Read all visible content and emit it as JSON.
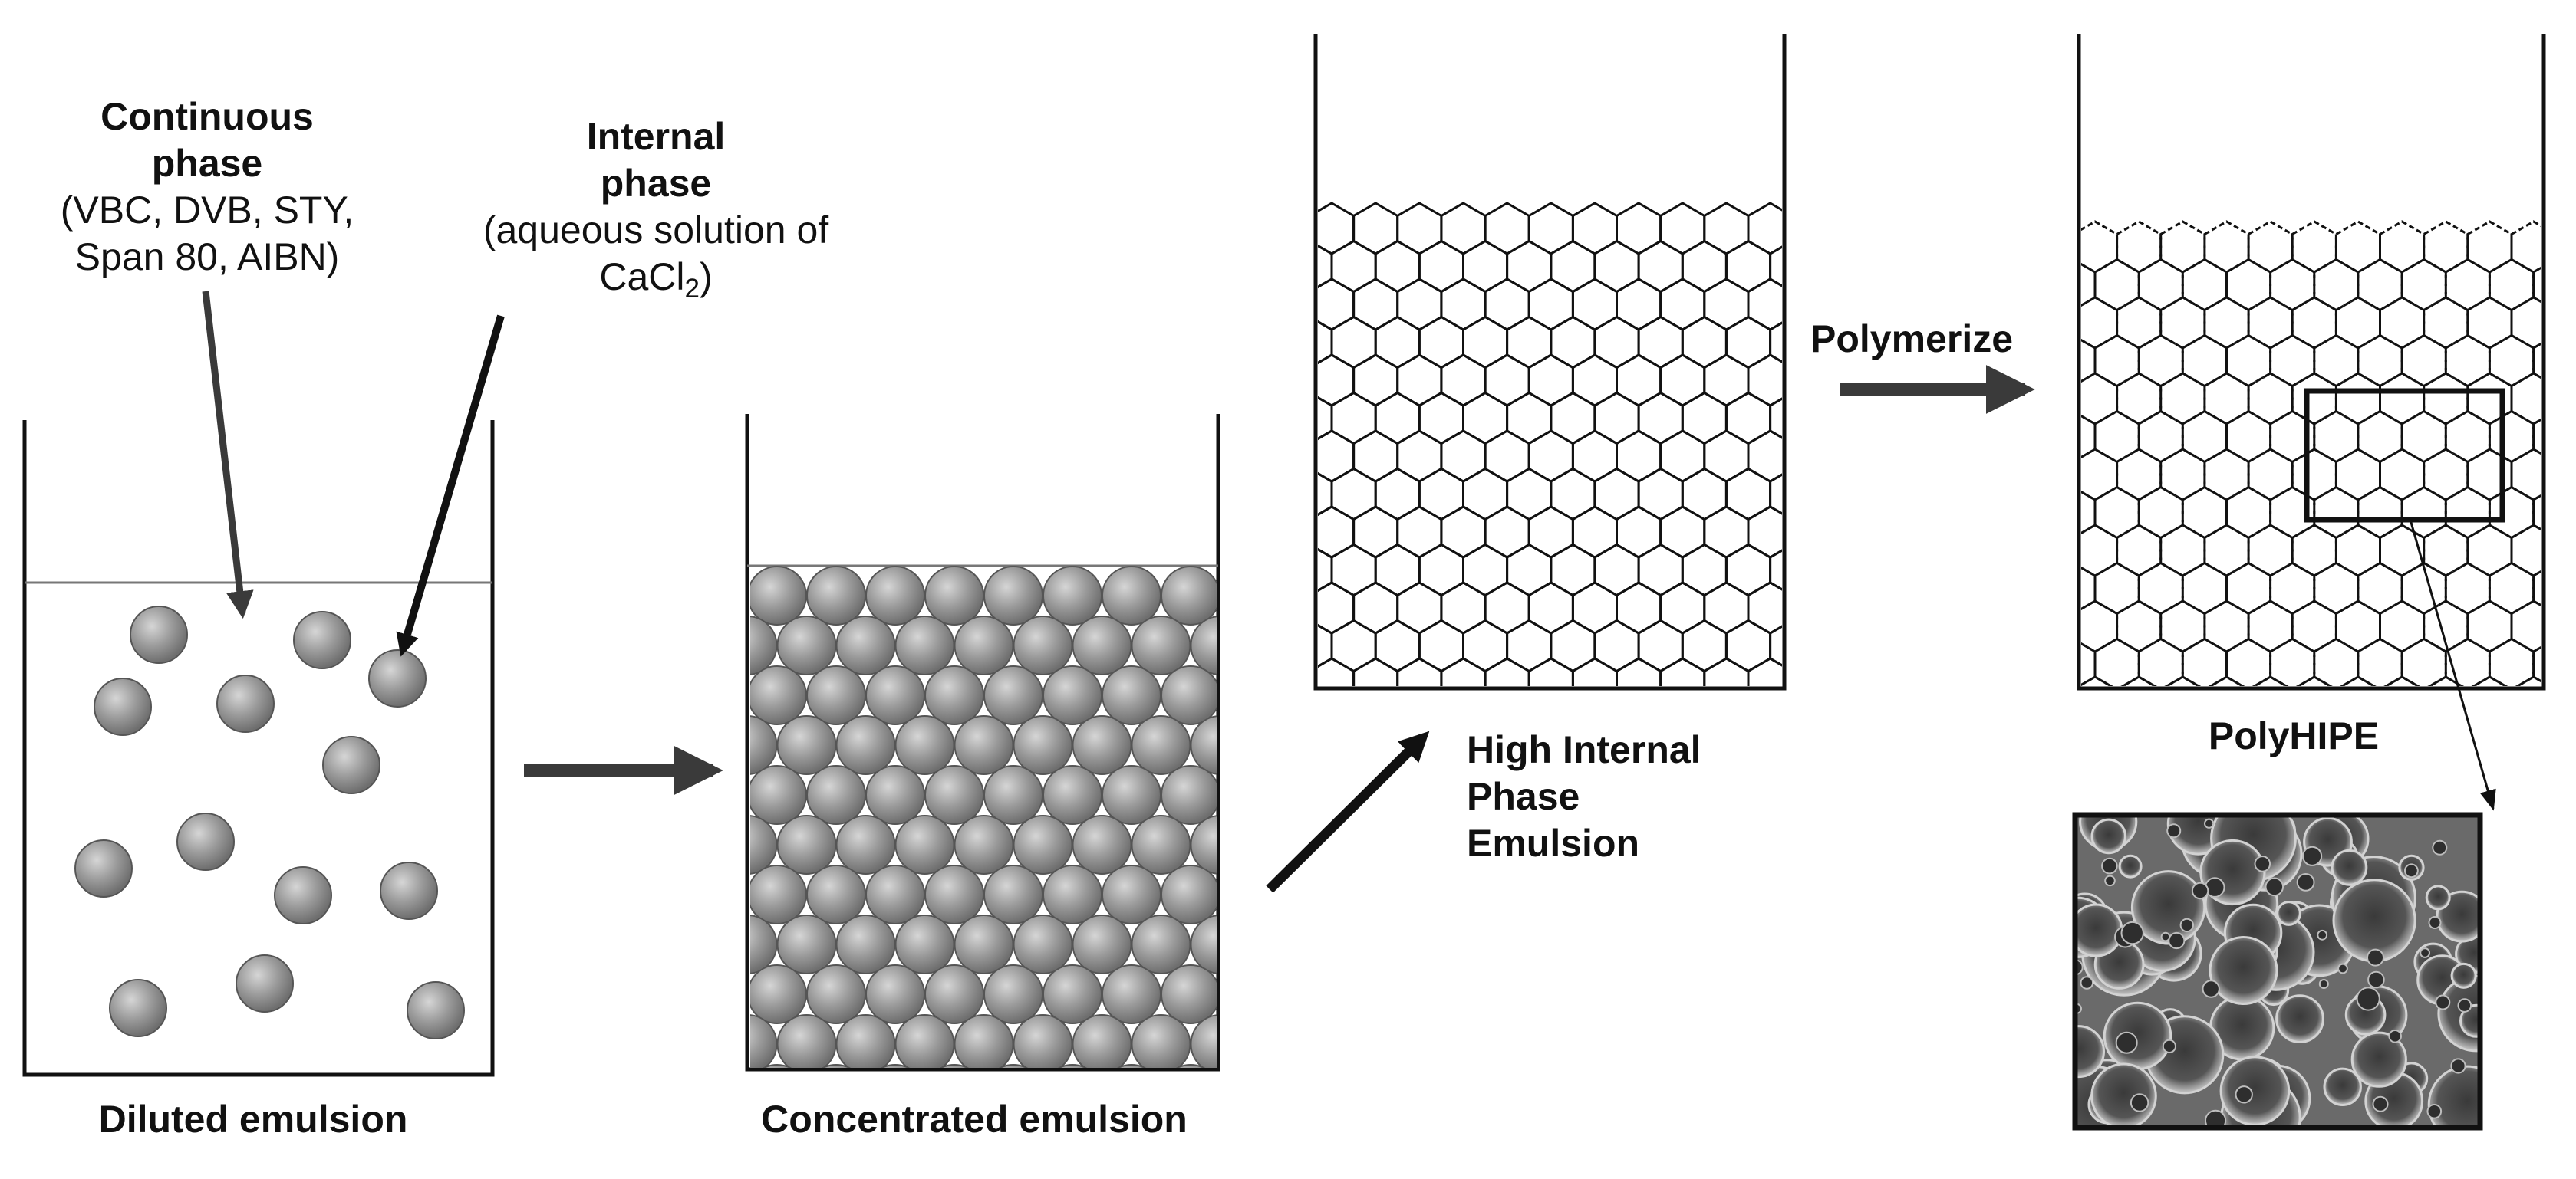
{
  "labels": {
    "continuous_title": "Continuous phase",
    "continuous_detail": "(VBC, DVB, STY, Span 80, AIBN)",
    "internal_title": "Internal phase",
    "internal_detail": "(aqueous solution of CaCl",
    "internal_detail_sub": "2",
    "internal_detail_end": ")",
    "diluted": "Diluted emulsion",
    "concentrated": "Concentrated emulsion",
    "hipe_line1": "High Internal",
    "hipe_line2": "Phase",
    "hipe_line3": "Emulsion",
    "polymerize": "Polymerize",
    "polyhipe": "PolyHIPE"
  },
  "colors": {
    "droplet": "#8e8e8e",
    "droplet_highlight": "#c8c8c8",
    "line": "#111111",
    "arrow": "#3a3a3a",
    "sem_background": "#5a5a5a"
  },
  "icons": {
    "droplet": "sphere-droplet-icon",
    "cell": "hexagon-cell-icon",
    "sem": "porous-foam-micrograph"
  }
}
